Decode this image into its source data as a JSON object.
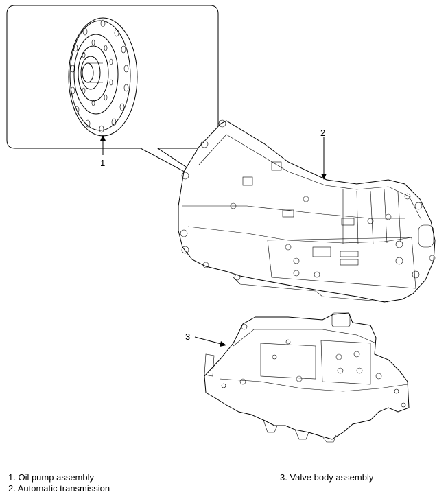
{
  "callouts": {
    "c1": "1",
    "c2": "2",
    "c3": "3"
  },
  "legend": {
    "item1": "1. Oil pump assembly",
    "item2": "2. Automatic transmission",
    "item3": "3. Valve body assembly"
  }
}
